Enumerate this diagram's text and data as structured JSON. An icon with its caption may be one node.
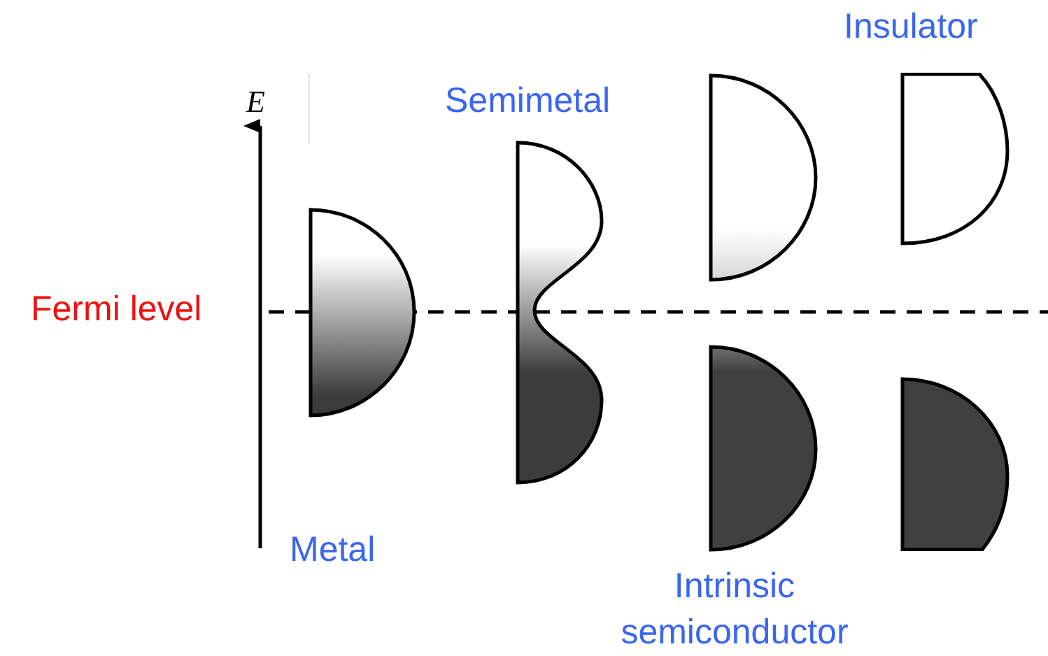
{
  "diagram": {
    "labels": [
      "Insulator",
      "E",
      "Semimetal",
      "Fermi level",
      "Metal",
      "Intrinsic semiconductor"
    ]
  }
}
